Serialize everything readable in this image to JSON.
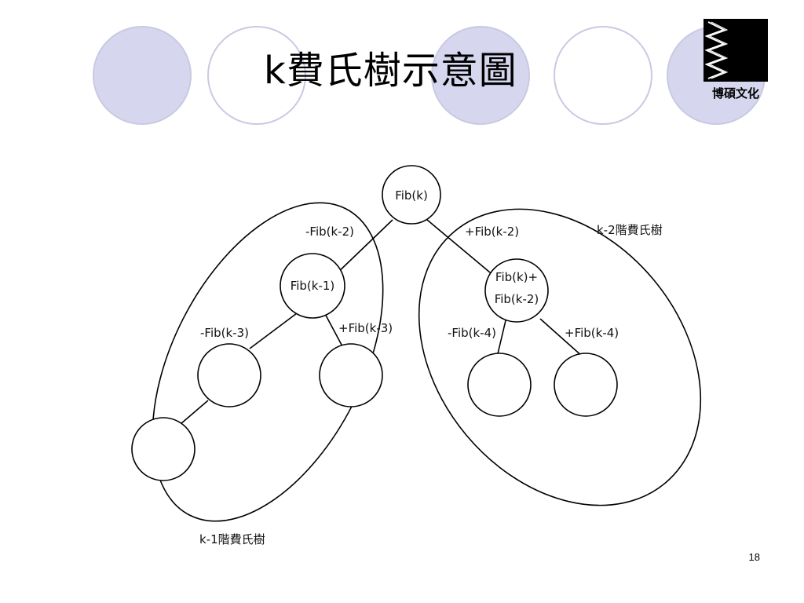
{
  "slide": {
    "title": "k費氏樹示意圖",
    "page_number": "18",
    "logo": {
      "text": "博碩文化"
    },
    "decorative_circles": [
      {
        "fill": "#d6d6ee"
      },
      {
        "fill": "#ffffff"
      },
      {
        "fill": "#d6d6ee"
      },
      {
        "fill": "#ffffff"
      },
      {
        "fill": "#d6d6ee"
      }
    ],
    "accent_color": "#d6d6ee",
    "outline_color": "#c9c9e3"
  },
  "diagram": {
    "group_labels": {
      "right": "k-2階費氏樹",
      "left": "k-1階費氏樹"
    },
    "nodes": {
      "root": "Fib(k)",
      "left_child": "Fib(k-1)",
      "right_child_line1": "Fib(k)+",
      "right_child_line2": "Fib(k-2)"
    },
    "edge_labels": {
      "root_left": "-Fib(k-2)",
      "root_right": "+Fib(k-2)",
      "left_left": "-Fib(k-3)",
      "left_right": "+Fib(k-3)",
      "right_left": "-Fib(k-4)",
      "right_right": "+Fib(k-4)"
    }
  }
}
